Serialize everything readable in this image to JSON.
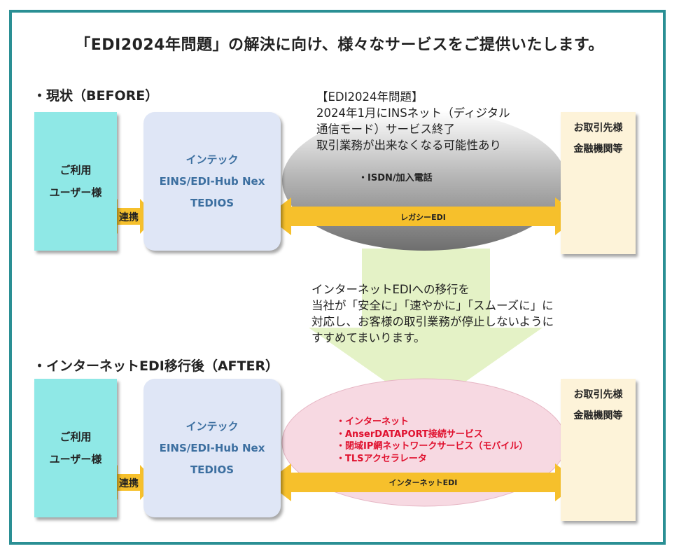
{
  "title": "「EDI2024年問題」の解決に向け、様々なサービスをご提供いたします。",
  "before": {
    "heading": "・現状（BEFORE）",
    "user_lines": [
      "ご利用",
      "ユーザー様"
    ],
    "link_label": "連携",
    "system_lines": [
      "インテック",
      "EINS/EDI-Hub Nex",
      "TEDIOS"
    ],
    "partner_lines": [
      "お取引先様",
      "金融機関等"
    ],
    "cloud_label": "・ISDN/加入電話",
    "edi_label": "レガシーEDI",
    "problem_lines": [
      "【EDI2024年問題】",
      "2024年1月にINSネット（ディジタル",
      "通信モード）サービス終了",
      "取引業務が出来なくなる可能性あり"
    ]
  },
  "migration_lines": [
    "インターネットEDIへの移行を",
    "当社が「安全に」「速やかに」「スムーズに」に",
    "対応し、お客様の取引業務が停止しないように",
    "すすめてまいります。"
  ],
  "after": {
    "heading": "・インターネットEDI移行後（AFTER）",
    "user_lines": [
      "ご利用",
      "ユーザー様"
    ],
    "link_label": "連携",
    "system_lines": [
      "インテック",
      "EINS/EDI-Hub Nex",
      "TEDIOS"
    ],
    "partner_lines": [
      "お取引先様",
      "金融機関等"
    ],
    "services": [
      "・インターネット",
      "・AnserDATAPORT接続サービス",
      "・閉域IP網ネットワークサービス（モバイル）",
      "・TLSアクセラレータ"
    ],
    "edi_label": "インターネットEDI"
  },
  "colors": {
    "frame": "#2a8f94",
    "user_box": "#8fe8e6",
    "system_box": "#dfe6f6",
    "system_text": "#3c6fa0",
    "partner_box": "#fdf3d9",
    "arrow": "#f6c02c",
    "migration_arrow": "#e4f2c6",
    "after_ellipse": "#f7d9e2",
    "service_text": "#e0102e"
  }
}
